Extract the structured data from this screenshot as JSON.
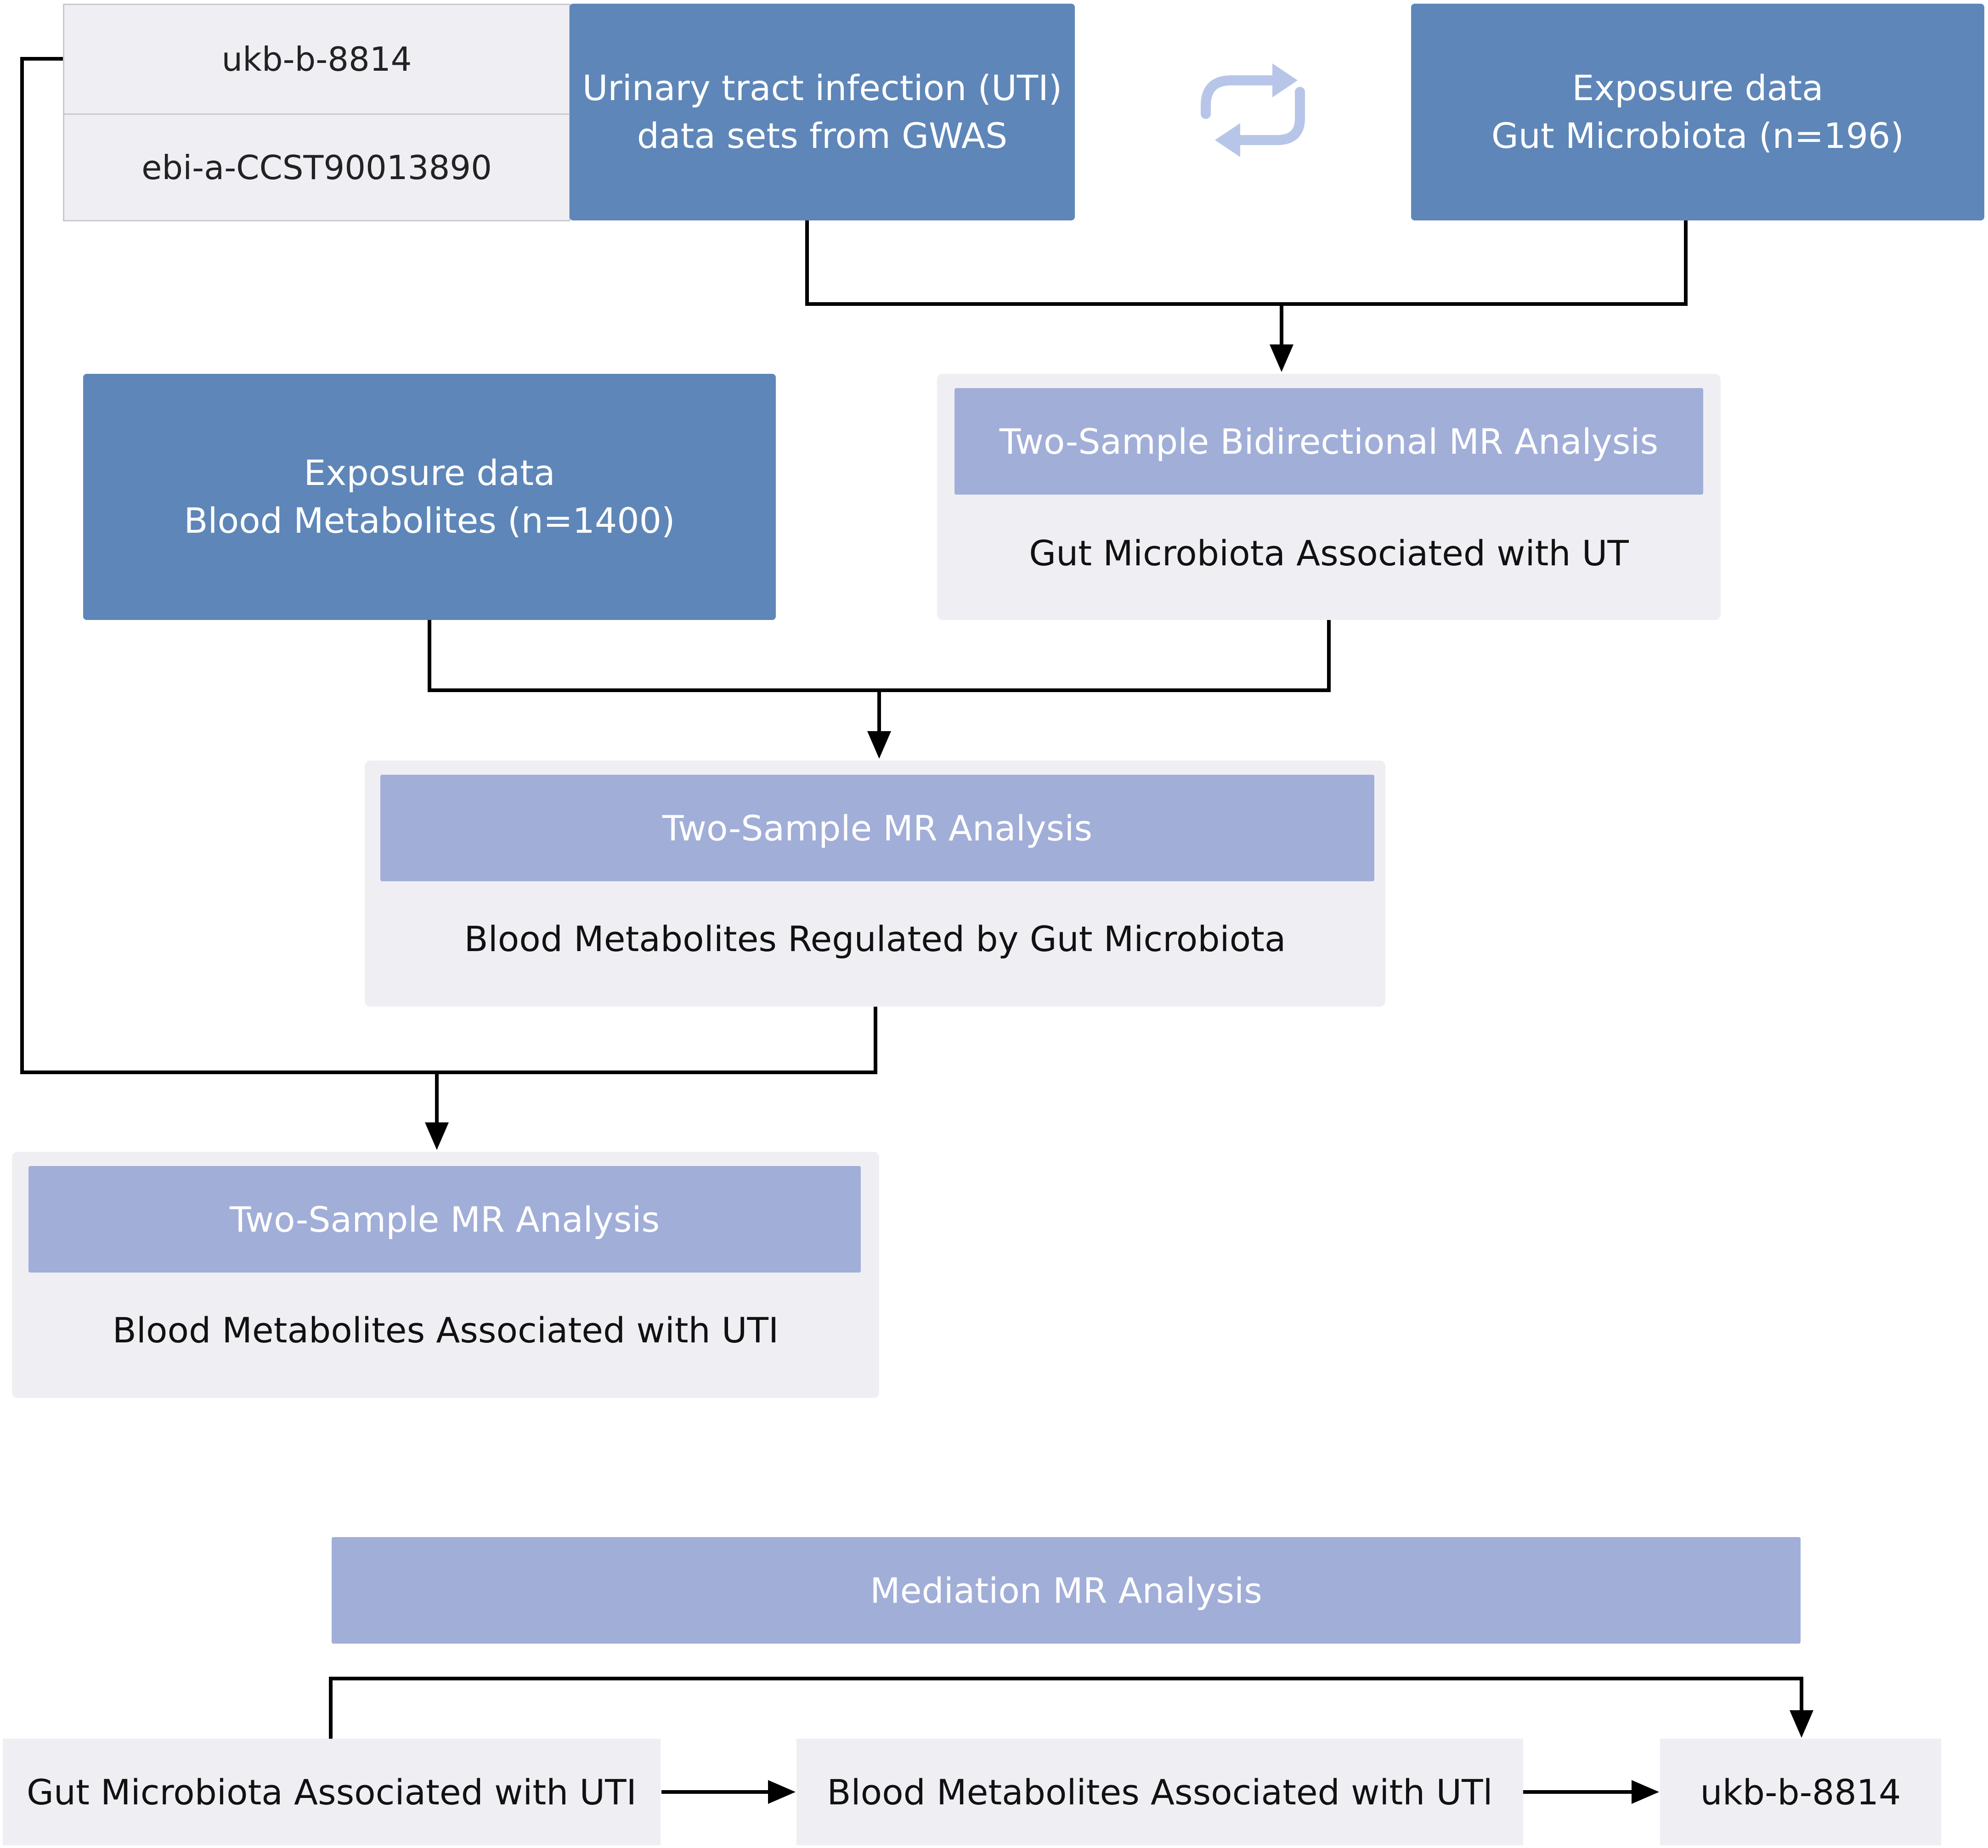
{
  "gwas_ids": [
    "ukb-b-8814",
    "ebi-a-CCST90013890"
  ],
  "uti_box": {
    "line1": "Urinary tract infection (UTI)",
    "line2": "data sets from GWAS"
  },
  "gut_exposure": {
    "line1": "Exposure data",
    "line2": "Gut Microbiota (n=196)"
  },
  "metab_exposure": {
    "line1": "Exposure data",
    "line2": "Blood Metabolites (n=1400)"
  },
  "bidirectional": {
    "header": "Two-Sample Bidirectional MR Analysis",
    "result": "Gut Microbiota Associated with UT"
  },
  "metab_regulated": {
    "header": "Two-Sample MR Analysis",
    "result": "Blood Metabolites Regulated by Gut Microbiota"
  },
  "metab_uti": {
    "header": "Two-Sample MR Analysis",
    "result": "Blood Metabolites Associated with UTI"
  },
  "mediation": {
    "header": "Mediation MR Analysis",
    "chain": [
      "Gut Microbiota Associated with UTI",
      "Blood Metabolites Associated with UTl",
      "ukb-b-8814"
    ]
  },
  "colors": {
    "dark_box": "#5e86b8",
    "light_header": "#a1aed8",
    "grey_panel": "#efeff3",
    "cycle_icon": "#b7c6e8"
  },
  "icons": {
    "cycle": "bidirectional-cycle-arrows-icon"
  }
}
